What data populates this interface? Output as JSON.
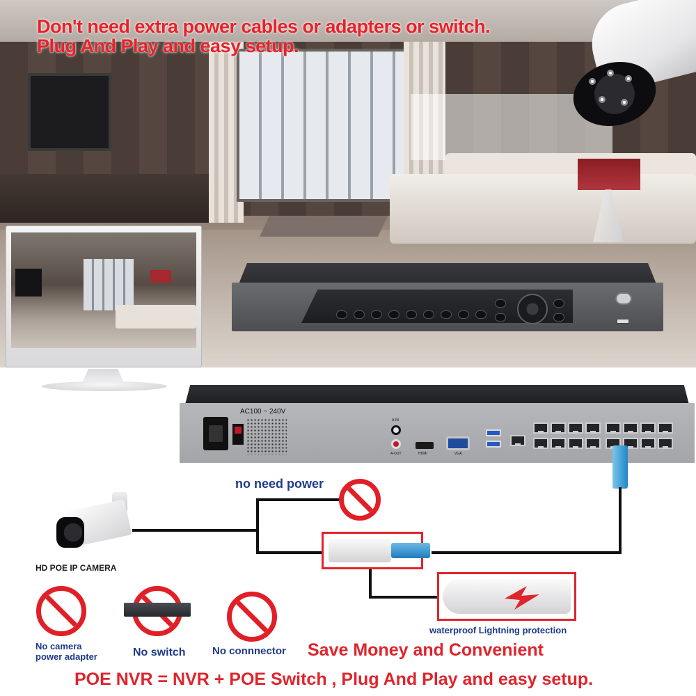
{
  "headline": {
    "line1": "Don't need extra power cables or adapters or switch.",
    "line2": "Plug And Play and easy setup."
  },
  "nvr_back": {
    "voltage": "AC100 ~ 240V",
    "labels": {
      "audio_in": "A-IN",
      "audio_out": "A-OUT",
      "hdmi": "HDMI",
      "vga": "VGA"
    }
  },
  "camera_label": "HD POE IP CAMERA",
  "no_power_label": "no need power",
  "waterproof_label": "waterproof Lightning protection",
  "benefits": [
    {
      "label_line1": "No camera",
      "label_line2": "power adapter"
    },
    {
      "label_line1": "No switch"
    },
    {
      "label_line1": "No connnector"
    }
  ],
  "save_money": "Save Money and Convenient",
  "equation": "POE NVR = NVR + POE Switch , Plug And Play and easy setup.",
  "colors": {
    "accent_red": "#e0242c",
    "label_blue": "#1e3a8a",
    "cable_blue": "#1f87c7"
  }
}
